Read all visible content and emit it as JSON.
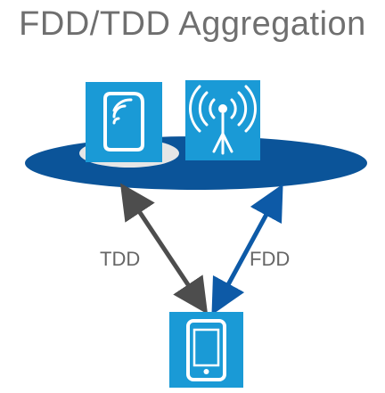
{
  "title": "FDD/TDD Aggregation",
  "links": {
    "tdd_label": "TDD",
    "fdd_label": "FDD"
  },
  "nodes": {
    "small_cell": "small-cell-icon",
    "macro_tower": "antenna-tower-icon",
    "device": "smartphone-icon"
  },
  "colors": {
    "brand_blue": "#1a9ad6",
    "platform": "#0b5499",
    "tdd_arrow": "#4d4d4d",
    "fdd_arrow": "#0d5aa7",
    "title_text": "#6f6f6f"
  }
}
